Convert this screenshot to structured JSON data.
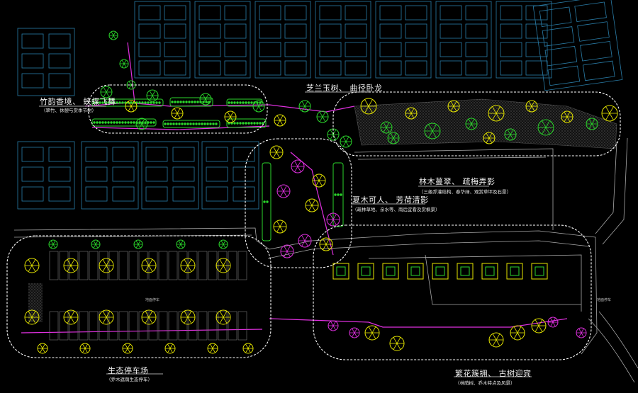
{
  "zones": [
    {
      "title": "竹韵香境、 蛱蝶飞舞",
      "subtitle": "（翠竹、休憩与赏季节树）"
    },
    {
      "title": "芝兰玉树、 曲径卧龙",
      "subtitle": ""
    },
    {
      "title": "林木蔓翠、 疏梅弄影",
      "subtitle": "（三级乔灌结构、春华绿、观赏草坪及石景）"
    },
    {
      "title": "夏木可人、 芳荷清影",
      "subtitle": "（疏林草地、亲水等、雨后宜看及赏枫景）"
    },
    {
      "title": "生态停车场",
      "subtitle": "（乔木遮荫生态停车）"
    },
    {
      "title": "繁花簇拥、 古树迎宾",
      "subtitle": "（林荫树、乔木特点及风景）"
    }
  ],
  "map_notes": [
    "地面停车",
    "地面停车"
  ],
  "colors": {
    "background": "#000000",
    "building": "#2a7da8",
    "tree_yellow": "#e6e600",
    "tree_green": "#2bd62b",
    "shrub_magenta": "#e030e0",
    "zone_outline": "#ffffff",
    "road": "#b0b0b0"
  }
}
